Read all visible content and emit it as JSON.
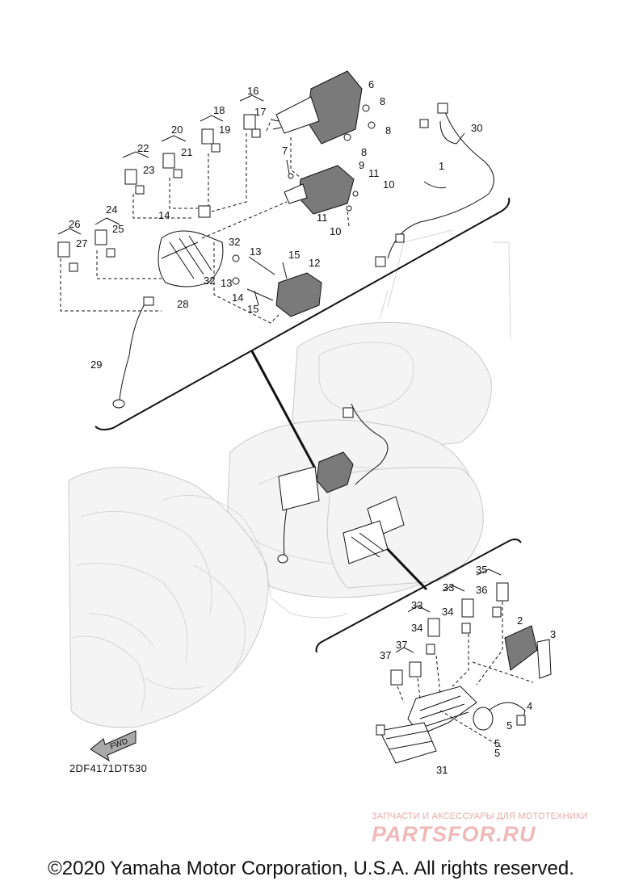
{
  "diagram_code": "2DF4171DT530",
  "direction_label": "FWD",
  "copyright": "©2020 Yamaha Motor Corporation, U.S.A. All rights reserved.",
  "watermark": {
    "subtitle": "ЗАПЧАСТИ И АКСЕССУАРЫ ДЛЯ МОТОТЕХНИКИ",
    "logo_text": "PARTSFOR.RU"
  },
  "callouts": [
    "1",
    "2",
    "3",
    "4",
    "5",
    "5",
    "5",
    "6",
    "7",
    "8",
    "8",
    "8",
    "9",
    "10",
    "10",
    "11",
    "11",
    "12",
    "13",
    "13",
    "14",
    "14",
    "15",
    "15",
    "16",
    "17",
    "18",
    "19",
    "20",
    "21",
    "22",
    "23",
    "24",
    "25",
    "26",
    "27",
    "28",
    "29",
    "30",
    "31",
    "32",
    "32",
    "33",
    "33",
    "34",
    "34",
    "35",
    "36",
    "37",
    "37"
  ]
}
